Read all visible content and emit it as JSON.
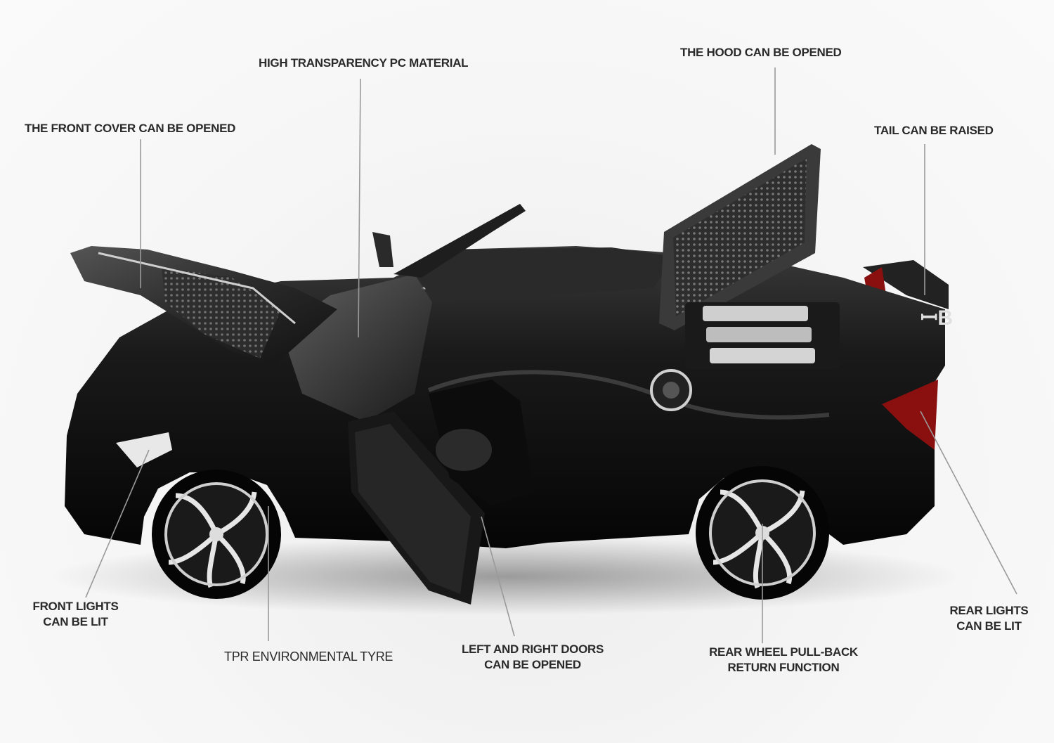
{
  "callouts": {
    "front_cover": "THE FRONT COVER CAN BE OPENED",
    "pc_material": "HIGH TRANSPARENCY PC MATERIAL",
    "hood": "THE HOOD CAN BE OPENED",
    "tail": "TAIL CAN BE RAISED",
    "front_lights_line1": "FRONT LIGHTS",
    "front_lights_line2": "CAN BE LIT",
    "tyre": "TPR ENVIRONMENTAL TYRE",
    "doors_line1": "LEFT AND RIGHT DOORS",
    "doors_line2": "CAN BE OPENED",
    "pullback_line1": "REAR WHEEL PULL-BACK",
    "pullback_line2": "RETURN FUNCTION",
    "rear_lights_line1": "REAR LIGHTS",
    "rear_lights_line2": "CAN BE LIT"
  },
  "car": {
    "body_color": "#141414",
    "accent_red": "#8a1010",
    "chrome": "#d8d8d8"
  }
}
